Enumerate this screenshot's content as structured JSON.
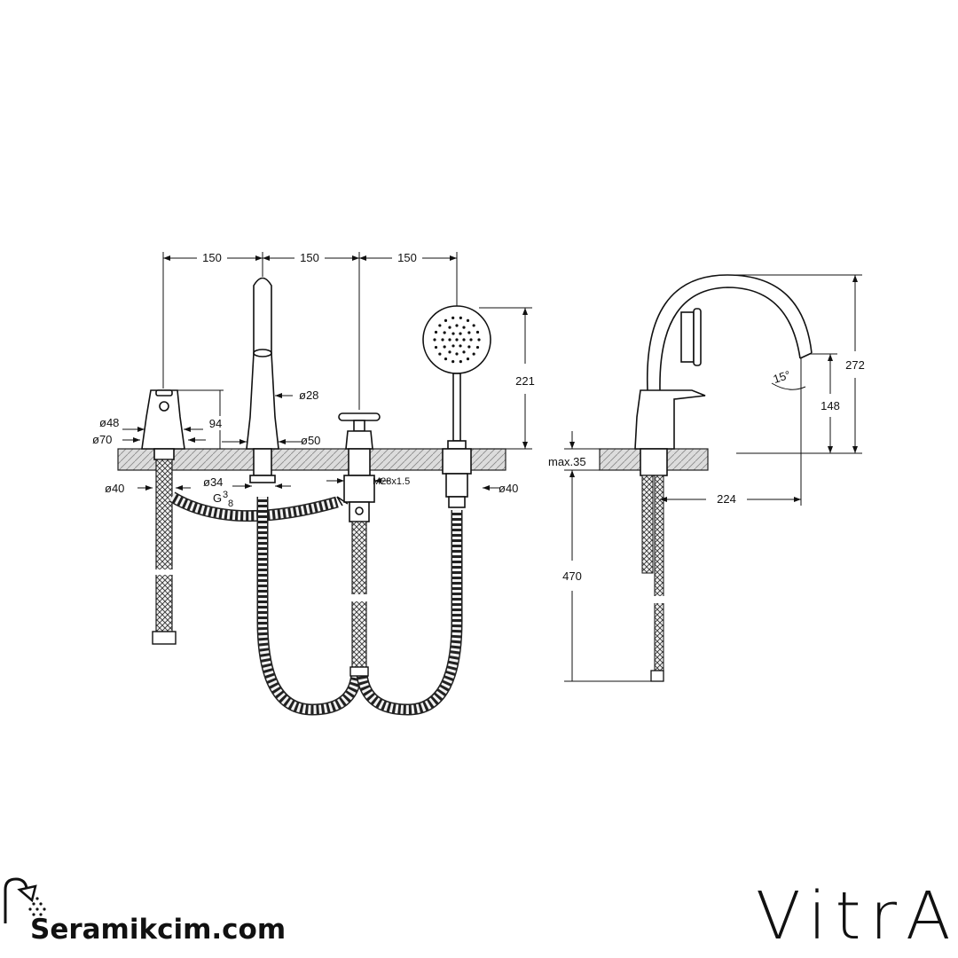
{
  "dimensions": {
    "spacing_1": "150",
    "spacing_2": "150",
    "spacing_3": "150",
    "hand_shower_height": "221",
    "total_height": "272",
    "spout_height": "148",
    "spout_reach": "224",
    "deck_thickness": "max.35",
    "hose_length": "470",
    "angle": "15°",
    "body_height": "94",
    "dia_48": "ø48",
    "dia_70": "ø70",
    "dia_40_left": "ø40",
    "dia_28": "ø28",
    "dia_50": "ø50",
    "dia_34": "ø34",
    "thread_g": "G",
    "thread_g_num": "3",
    "thread_g_den": "8",
    "thread_m28": "M28x1.5",
    "dia_40_right": "ø40"
  },
  "brand": {
    "site_name": "Seramikcim.com",
    "logo_text": "VitrA"
  },
  "icons": {
    "shower": "shower-head-icon"
  }
}
